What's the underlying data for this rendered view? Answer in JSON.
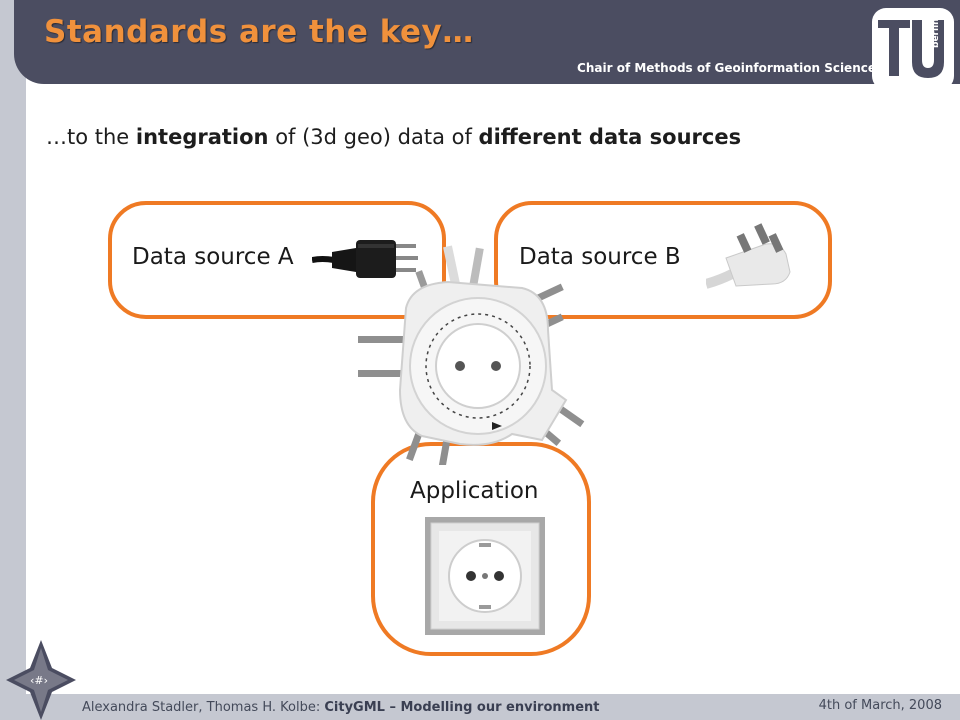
{
  "header": {
    "title": "Standards are the key…",
    "chair": "Chair of Methods of Geoinformation Science",
    "logo_text": "berlin"
  },
  "subtitle": {
    "part1": "…to the ",
    "bold1": "integration",
    "part2": " of (3d geo) data of ",
    "bold2": "different data sources"
  },
  "diagram": {
    "source_a": "Data source A",
    "source_b": "Data source B",
    "application": "Application"
  },
  "footer": {
    "authors": "Alexandra Stadler, Thomas H. Kolbe:",
    "topic": "CityGML – Modelling our environment",
    "date": "4th of March, 2008",
    "slide_number": "‹#›"
  },
  "colors": {
    "header_bg": "#4b4d61",
    "title": "#f0913c",
    "box_border": "#ef7a24",
    "sidebar": "#c5c8d1"
  }
}
